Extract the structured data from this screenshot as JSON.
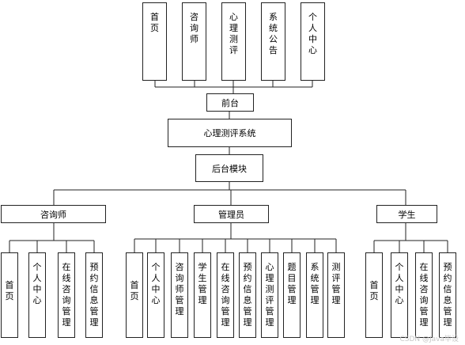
{
  "frontend": {
    "modules": [
      "首页",
      "咨询师",
      "心理测评",
      "系统公告",
      "个人中心"
    ],
    "label": "前台"
  },
  "system": {
    "title": "心理测评系统"
  },
  "backend": {
    "label": "后台模块"
  },
  "roles": [
    {
      "label": "咨询师",
      "modules": [
        "首页",
        "个人中心",
        "在线咨询管理",
        "预约信息管理"
      ]
    },
    {
      "label": "管理员",
      "modules": [
        "首页",
        "个人中心",
        "咨询师管理",
        "学生管理",
        "在线咨询管理",
        "预约信息管理",
        "心理测评管理",
        "题目管理",
        "系统管理",
        "测评管理"
      ]
    },
    {
      "label": "学生",
      "modules": [
        "首页",
        "个人中心",
        "在线咨询管理",
        "预约信息管理"
      ]
    }
  ],
  "watermark": "CSDN @Java毕设"
}
